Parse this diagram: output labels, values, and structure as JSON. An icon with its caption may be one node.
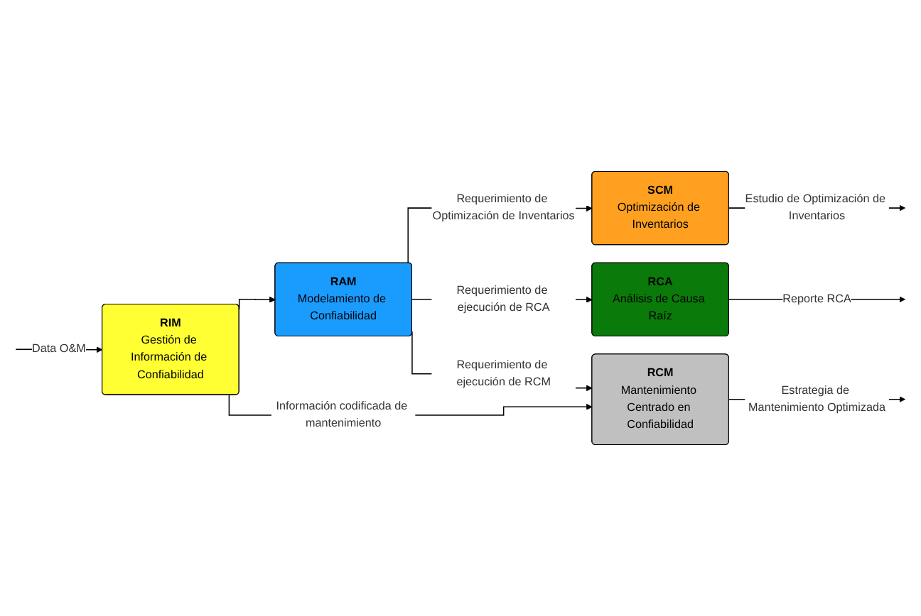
{
  "diagram": {
    "nodes": [
      {
        "text": [
          "RIM",
          "Gestión de Información de Confiabilidad"
        ]
      },
      {
        "text": [
          "RAM",
          "Modelamiento de Confiabilidad"
        ]
      },
      {
        "text": [
          "SCM",
          "Optimización de Inventarios"
        ]
      },
      {
        "text": [
          "RCA",
          "Análisis de Causa Raíz"
        ]
      },
      {
        "text": [
          "RCM",
          "Mantenimiento Centrado en Confiabilidad"
        ]
      }
    ],
    "edges": [
      {
        "from": null,
        "to": 0,
        "arrow": "to",
        "label": "Data O&M"
      },
      {
        "from": 0,
        "to": 1,
        "arrow": "to"
      },
      {
        "from": 0,
        "to": 4,
        "arrow": "to",
        "label": "Información codificada de mantenimiento"
      },
      {
        "from": 1,
        "to": 2,
        "arrow": "to",
        "label": "Requerimiento de Optimización de Inventarios"
      },
      {
        "from": 1,
        "to": 3,
        "arrow": "to",
        "label": "Requerimiento de ejecución de RCA"
      },
      {
        "from": 1,
        "to": 4,
        "arrow": "to",
        "label": "Requerimiento de ejecución de RCM"
      },
      {
        "from": 2,
        "to": null,
        "arrow": "to",
        "label": "Estudio de Optimización de Inventarios"
      },
      {
        "from": 3,
        "to": null,
        "arrow": "to",
        "label": "Reporte RCA"
      },
      {
        "from": 4,
        "to": null,
        "arrow": "to",
        "label": "Estrategia de Mantenimiento Optimizada"
      }
    ]
  }
}
